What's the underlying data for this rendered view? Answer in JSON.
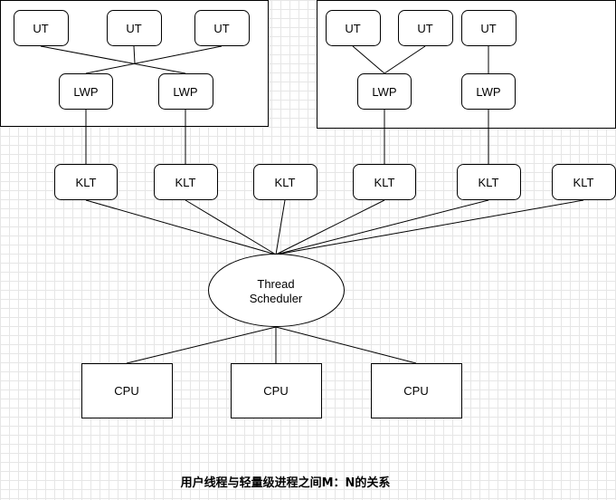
{
  "nodes": {
    "ut": [
      "UT",
      "UT",
      "UT",
      "UT",
      "UT",
      "UT"
    ],
    "lwp": [
      "LWP",
      "LWP",
      "LWP",
      "LWP"
    ],
    "klt": [
      "KLT",
      "KLT",
      "KLT",
      "KLT",
      "KLT",
      "KLT"
    ],
    "scheduler": [
      "Thread",
      "Scheduler"
    ],
    "cpu": [
      "CPU",
      "CPU",
      "CPU"
    ]
  },
  "caption": "用户线程与轻量级进程之间M：N的关系"
}
